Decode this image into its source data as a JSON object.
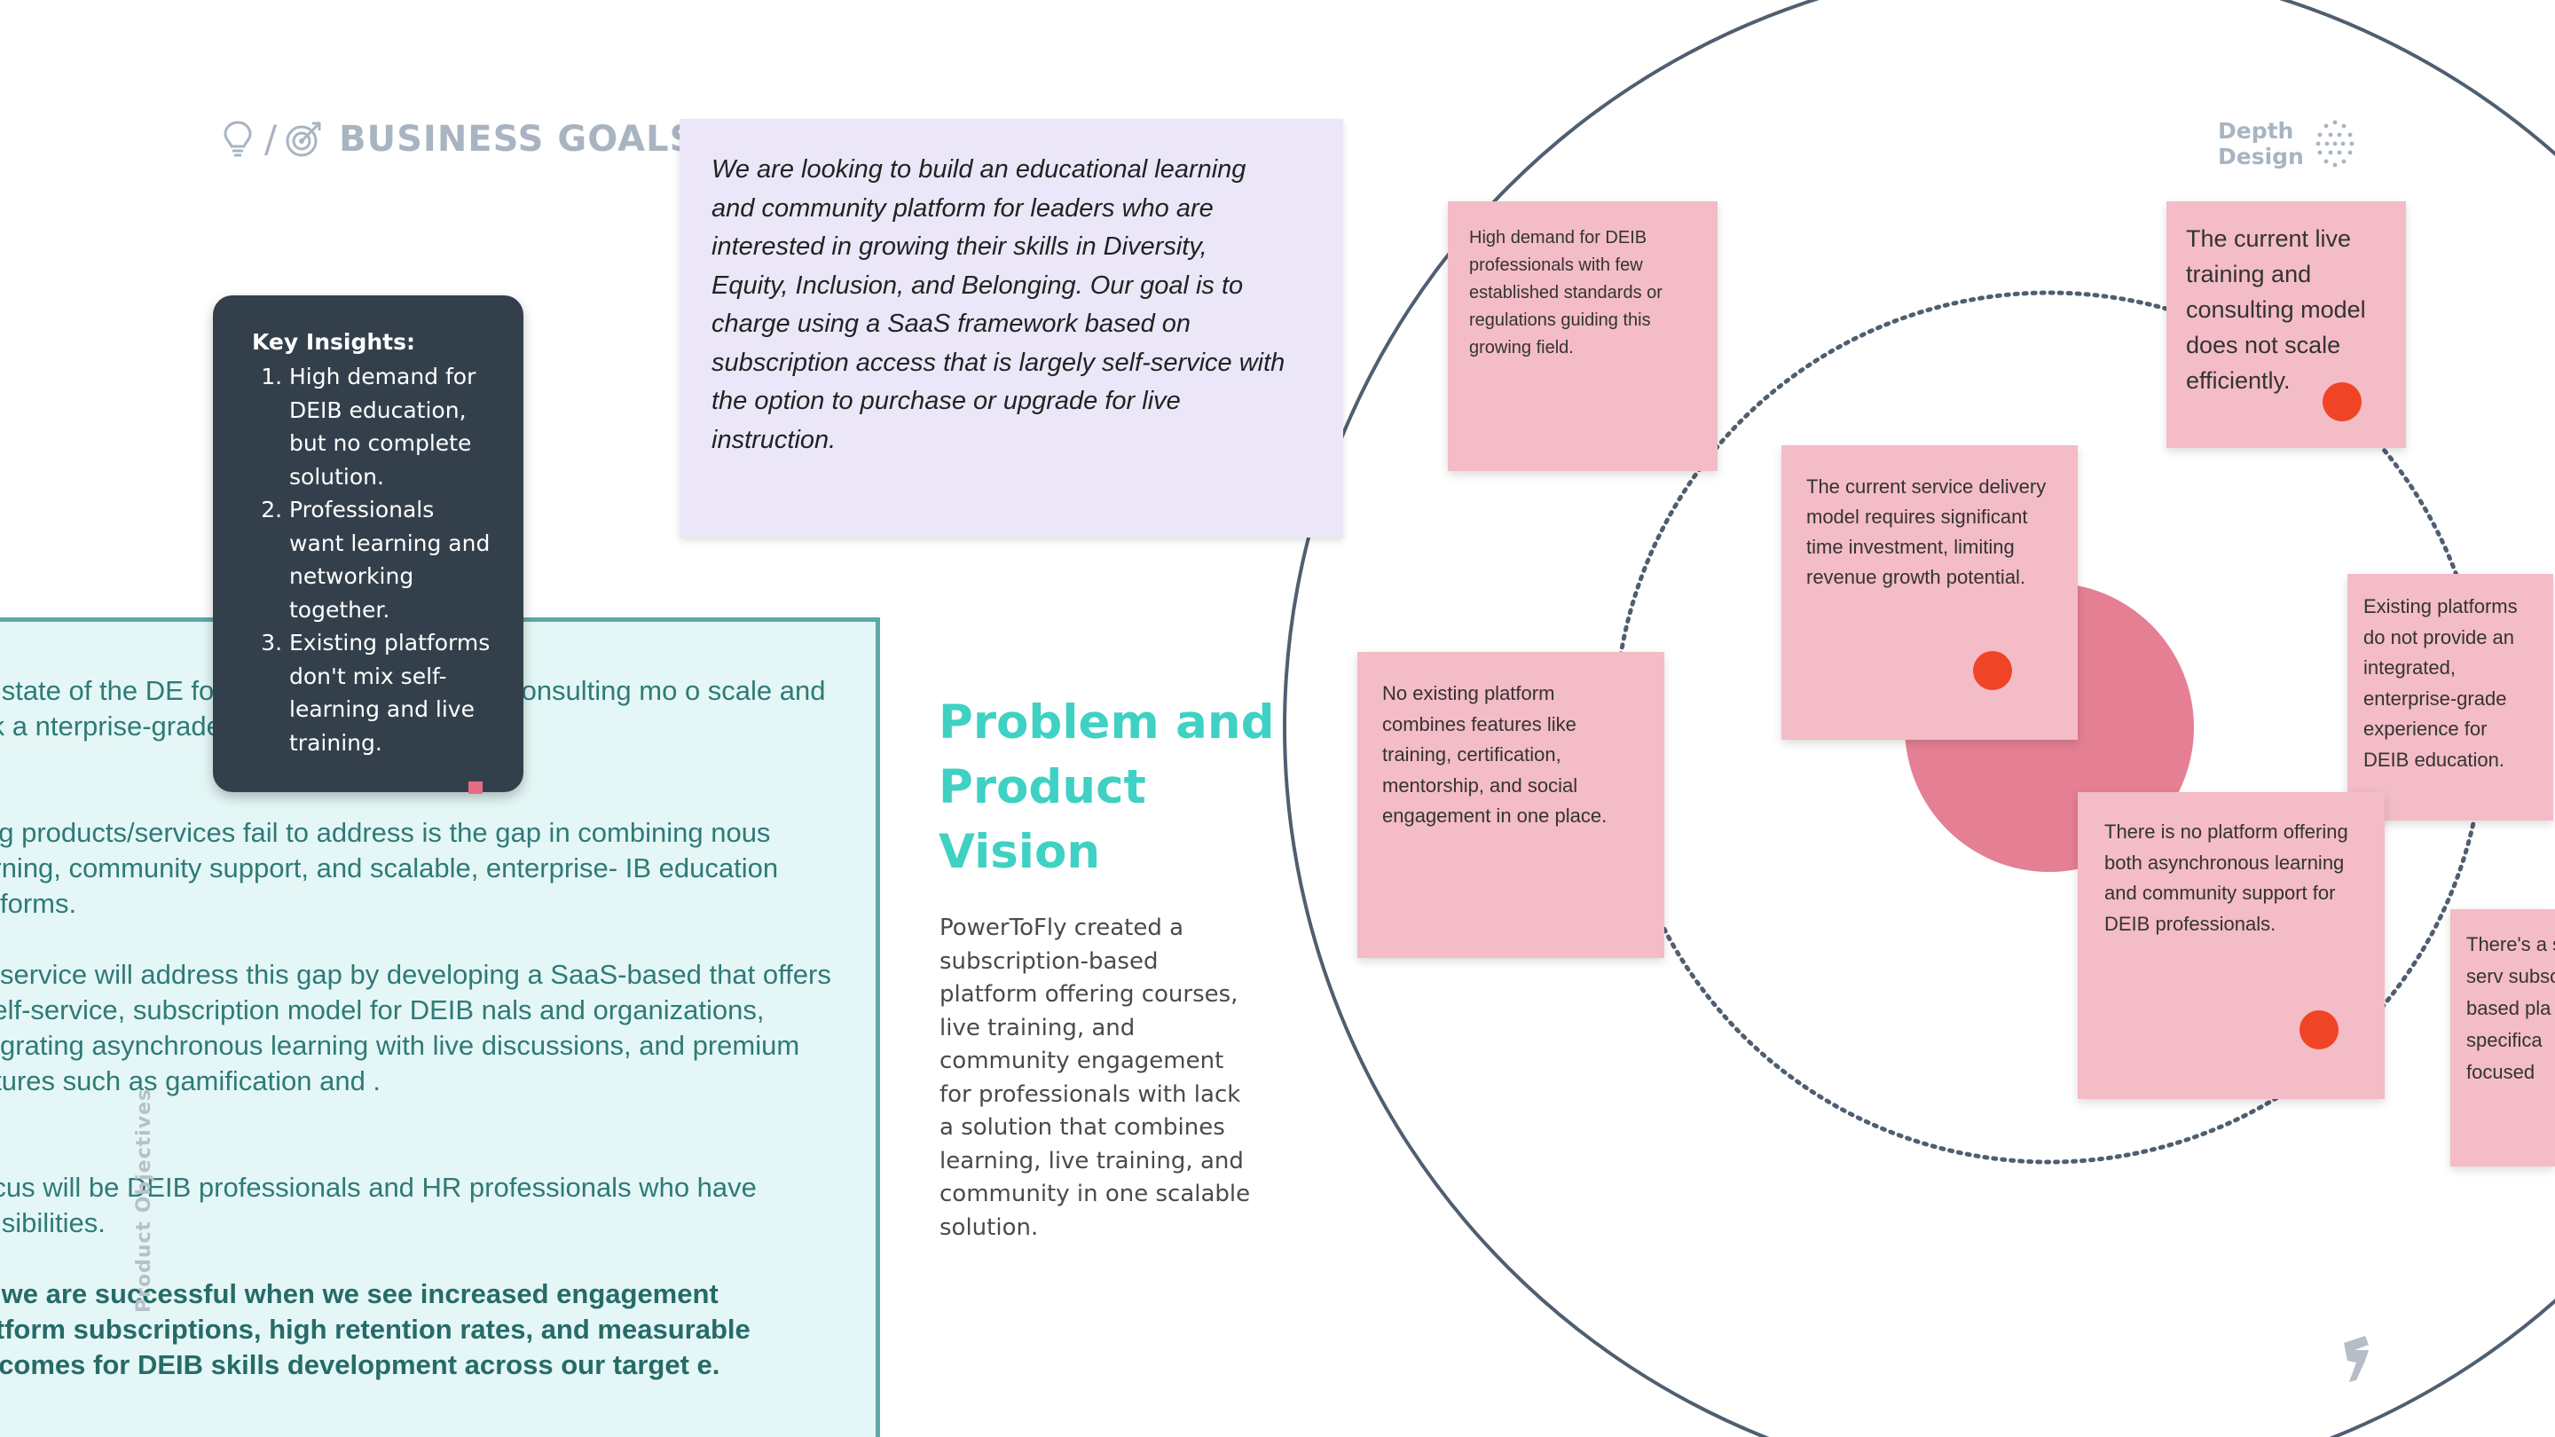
{
  "header": {
    "slash": "/",
    "title": "BUSINESS GOALS",
    "icons": [
      "lightbulb-icon",
      "target-icon"
    ]
  },
  "vision_note": {
    "text": "We are looking to build an educational learning and community platform for leaders who are interested in growing their skills in Diversity, Equity, Inclusion, and Belonging. Our goal is to charge using a SaaS framework based on subscription access that is largely self-service with the option to purchase or upgrade for live instruction."
  },
  "key_insights": {
    "title": "Key Insights:",
    "items": [
      "High demand for DEIB education, but no complete solution.",
      "Professionals want learning and networking together.",
      "Existing platforms don't mix self-learning and live training."
    ]
  },
  "objectives": {
    "vertical_label": "Product Objectives",
    "paragraphs": [
      "ent state of the DE                              focused mainly on live nd consulting mo                              o scale and lack a nterprise-grade p",
      "sting products/services fail to address is the gap in combining nous learning, community support, and scalable, enterprise- IB education platforms.",
      "uct/service will address this gap by developing a SaaS-based that offers a self-service, subscription model for DEIB nals and organizations, integrating asynchronous learning with live discussions, and premium features such as gamification and .",
      "l focus will be DEIB professionals and HR professionals who have ponsibilities.",
      "ow we are successful when we see increased engagement platform subscriptions, high retention rates, and measurable outcomes for DEIB skills development across our target e."
    ]
  },
  "problem_vision": {
    "title": "Problem and Product Vision",
    "description": "PowerToFly created a subscription-based platform offering courses, live training, and community engagement for professionals with lack a solution that combines learning, live training, and community in one scalable solution."
  },
  "depth_design": {
    "line1": "Depth",
    "line2": "Design"
  },
  "stickies": [
    {
      "id": "s1",
      "text": "High demand for DEIB professionals with few established standards or regulations guiding this growing field."
    },
    {
      "id": "s2",
      "text": "The current live training and consulting model does not scale efficiently."
    },
    {
      "id": "s3",
      "text": "The current service delivery model requires significant time investment, limiting revenue growth potential."
    },
    {
      "id": "s4",
      "text": "No existing platform combines features like training, certification, mentorship, and social engagement in one place."
    },
    {
      "id": "s5",
      "text": "Existing platforms do not provide an integrated, enterprise-grade experience for DEIB education."
    },
    {
      "id": "s6",
      "text": "There is no platform offering both asynchronous learning and community support for DEIB professionals."
    },
    {
      "id": "s7",
      "text": "There's a self-serv subscript based pla specifica focused"
    }
  ],
  "colors": {
    "sticky": "#f3bcc6",
    "dot": "#ef4526",
    "teal": "#3fd1c3",
    "dark_card": "#33404c"
  }
}
